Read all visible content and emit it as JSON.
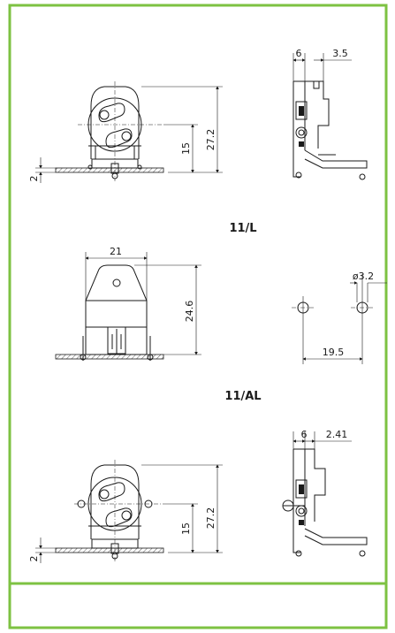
{
  "frame": {
    "border_color": "#7dc242"
  },
  "sections": [
    {
      "id": "lampholder-1",
      "front_view": {
        "dim_height": "27.2",
        "dim_center": "15",
        "dim_base": "2"
      },
      "side_view": {
        "dim_width": "6",
        "dim_offset": "3.5"
      }
    },
    {
      "id": "11-L",
      "label": "11/L",
      "front_view": {
        "dim_width": "21",
        "dim_height": "24.6"
      },
      "hole_pattern": {
        "dim_hole": "ø3.2",
        "dim_spacing": "19.5"
      }
    },
    {
      "id": "11-AL",
      "label": "11/AL",
      "front_view": {
        "dim_height": "27.2",
        "dim_center": "15",
        "dim_base": "2"
      },
      "side_view": {
        "dim_width": "6",
        "dim_offset": "2.41"
      }
    }
  ]
}
